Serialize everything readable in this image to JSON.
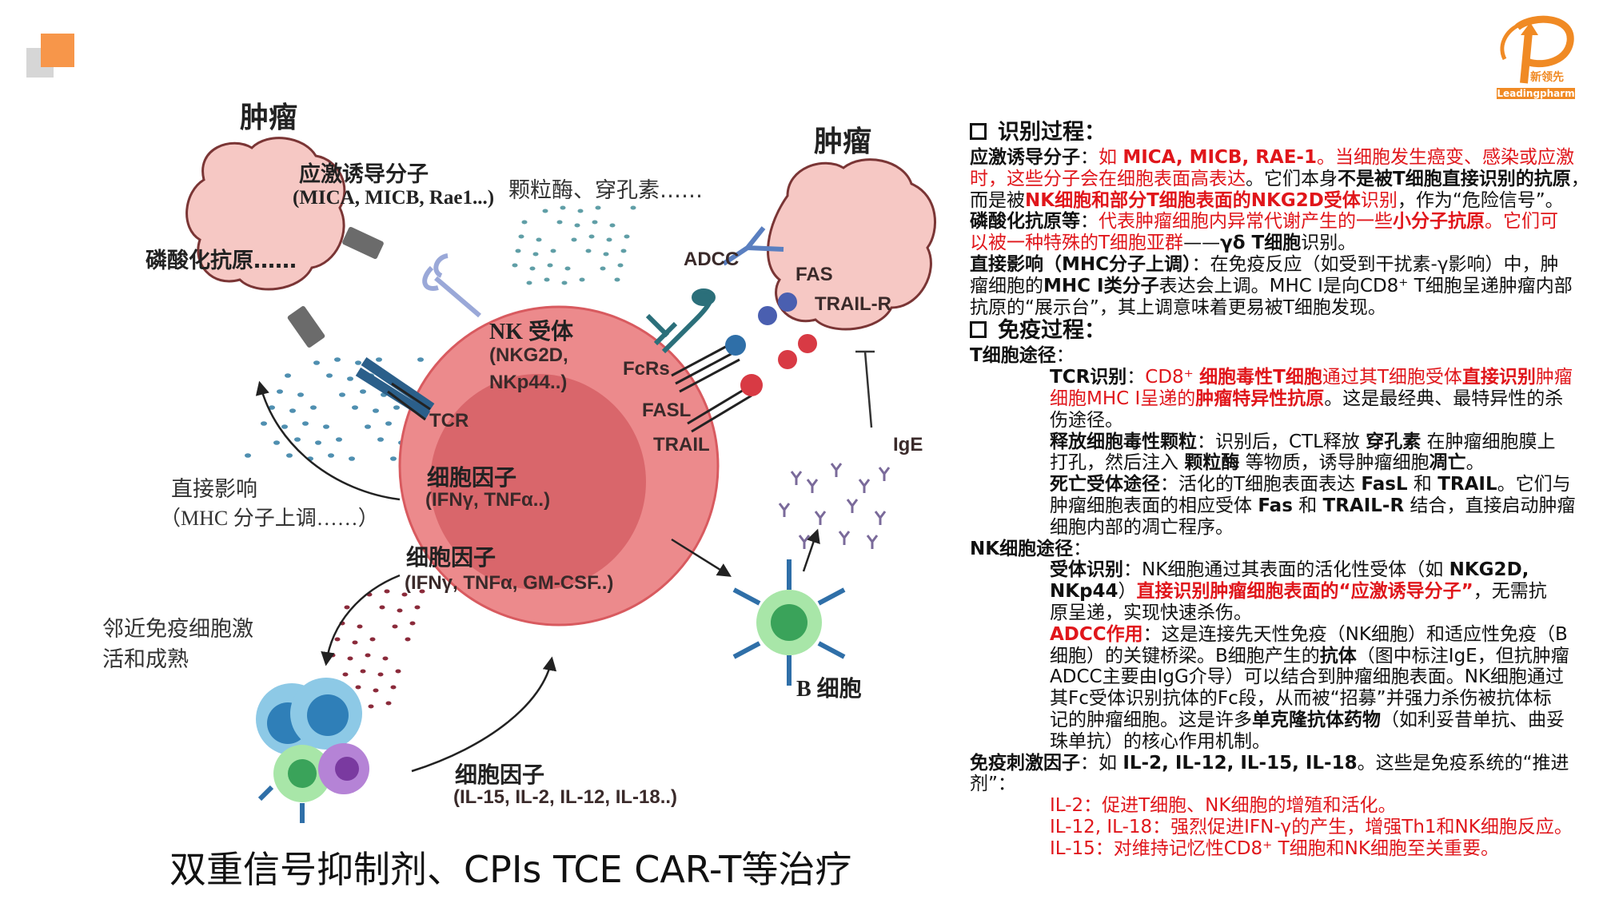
{
  "colors": {
    "accent_orange": "#f7964a",
    "red_text": "#e0161b",
    "nk_cell": "#ec8a8c",
    "nk_nucleus": "#d9666b",
    "tumor": "#f6c8c4",
    "b_cell": "#a8e6a8"
  },
  "logo": {
    "name_cn": "新领先",
    "name_en": "Leadingpharm",
    "letter": "P"
  },
  "diagram": {
    "tumor_left": "肿瘤",
    "stress_molecule": "应激诱导分子",
    "stress_examples": "(MICA, MICB, Rae1...)",
    "phospho_antigen": "磷酸化抗原……",
    "granzyme": "颗粒酶、穿孔素……",
    "tumor_right": "肿瘤",
    "adcc": "ADCC",
    "fas": "FAS",
    "trail_r": "TRAIL-R",
    "nk_receptor": "NK 受体",
    "nk_receptor_ex1": "(NKG2D,",
    "nk_receptor_ex2": "NKp44..)",
    "tcr": "TCR",
    "fcrs": "FcRs",
    "fasl": "FASL",
    "trail": "TRAIL",
    "ige": "IgE",
    "cytokine1": "细胞因子",
    "cytokine1_ex": "(IFNγ, TNFα..)",
    "direct_effect": "直接影响",
    "direct_effect_ex": "（MHC 分子上调……）",
    "cytokine2": "细胞因子",
    "cytokine2_ex": "(IFNγ, TNFα, GM-CSF..)",
    "neighbor1": "邻近免疫细胞激",
    "neighbor2": "活和成熟",
    "b_cell": "B 细胞",
    "cytokine3": "细胞因子",
    "cytokine3_ex": "(IL-15, IL-2, IL-12, IL-18..)"
  },
  "bottom_title": "双重信号抑制剂、CPIs TCE CAR-T等治疗",
  "panel": {
    "heading1": "识别过程：",
    "heading2": "免疫过程：",
    "section1": [
      {
        "level": 0,
        "segs": [
          {
            "t": "应激诱导分子",
            "s": "b"
          },
          {
            "t": "：",
            "s": "n"
          },
          {
            "t": "如 ",
            "s": "r"
          },
          {
            "t": "MICA, MICB, RAE-1",
            "s": "rb"
          },
          {
            "t": "。当细胞发生癌变、感染或应激",
            "s": "r"
          }
        ]
      },
      {
        "level": 0,
        "segs": [
          {
            "t": "时，这些分子会在细胞表面高表达",
            "s": "r"
          },
          {
            "t": "。它们本身",
            "s": "n"
          },
          {
            "t": "不是被T细胞直接识别的抗原",
            "s": "b"
          },
          {
            "t": "，",
            "s": "n"
          }
        ]
      },
      {
        "level": 0,
        "segs": [
          {
            "t": "而是被",
            "s": "n"
          },
          {
            "t": "NK细胞和部分T细胞表面的NKG2D受体",
            "s": "rb"
          },
          {
            "t": "识别",
            "s": "r"
          },
          {
            "t": "，作为“危险信号”。",
            "s": "n"
          }
        ]
      },
      {
        "level": 0,
        "segs": [
          {
            "t": "磷酸化抗原等",
            "s": "b"
          },
          {
            "t": "：",
            "s": "n"
          },
          {
            "t": "代表肿瘤细胞内异常代谢产生的一些",
            "s": "r"
          },
          {
            "t": "小分子抗原",
            "s": "rb"
          },
          {
            "t": "。它们可",
            "s": "r"
          }
        ]
      },
      {
        "level": 0,
        "segs": [
          {
            "t": "以被一种特殊的T细胞亚群",
            "s": "r"
          },
          {
            "t": "——",
            "s": "n"
          },
          {
            "t": "γδ T细胞",
            "s": "b"
          },
          {
            "t": "识别。",
            "s": "n"
          }
        ]
      },
      {
        "level": 0,
        "segs": [
          {
            "t": "直接影响（MHC分子上调）",
            "s": "b"
          },
          {
            "t": "：在免疫反应（如受到干扰素-γ影响）中，肿",
            "s": "n"
          }
        ]
      },
      {
        "level": 0,
        "segs": [
          {
            "t": "瘤细胞的",
            "s": "n"
          },
          {
            "t": "MHC I类分子",
            "s": "b"
          },
          {
            "t": "表达会上调。MHC I是向CD8⁺ T细胞呈递肿瘤内部",
            "s": "n"
          }
        ]
      },
      {
        "level": 0,
        "segs": [
          {
            "t": "抗原的“展示台”，其上调意味着更易被T细胞发现。",
            "s": "n"
          }
        ]
      }
    ],
    "section2": [
      {
        "level": 0,
        "segs": [
          {
            "t": "T细胞途径",
            "s": "b"
          },
          {
            "t": "：",
            "s": "n"
          }
        ]
      },
      {
        "level": 1,
        "segs": [
          {
            "t": "TCR识别",
            "s": "b"
          },
          {
            "t": "：",
            "s": "n"
          },
          {
            "t": "CD8⁺ ",
            "s": "r"
          },
          {
            "t": "细胞毒性T细胞",
            "s": "rb"
          },
          {
            "t": "通过其T细胞受体",
            "s": "r"
          },
          {
            "t": "直接识别",
            "s": "rb"
          },
          {
            "t": "肿瘤",
            "s": "r"
          }
        ]
      },
      {
        "level": 1,
        "segs": [
          {
            "t": "细胞MHC I呈递的",
            "s": "r"
          },
          {
            "t": "肿瘤特异性抗原",
            "s": "rb"
          },
          {
            "t": "。这是最经典、最特异性的杀",
            "s": "n"
          }
        ]
      },
      {
        "level": 1,
        "segs": [
          {
            "t": "伤途径。",
            "s": "n"
          }
        ]
      },
      {
        "level": 1,
        "segs": [
          {
            "t": "释放细胞毒性颗粒",
            "s": "b"
          },
          {
            "t": "：识别后，CTL释放 ",
            "s": "n"
          },
          {
            "t": "穿孔素",
            "s": "b"
          },
          {
            "t": " 在肿瘤细胞膜上",
            "s": "n"
          }
        ]
      },
      {
        "level": 1,
        "segs": [
          {
            "t": "打孔，然后注入 ",
            "s": "n"
          },
          {
            "t": "颗粒酶",
            "s": "b"
          },
          {
            "t": " 等物质，诱导肿瘤细胞",
            "s": "n"
          },
          {
            "t": "凋亡",
            "s": "b"
          },
          {
            "t": "。",
            "s": "n"
          }
        ]
      },
      {
        "level": 1,
        "segs": [
          {
            "t": "死亡受体途径",
            "s": "b"
          },
          {
            "t": "：活化的T细胞表面表达 ",
            "s": "n"
          },
          {
            "t": "FasL",
            "s": "b"
          },
          {
            "t": " 和 ",
            "s": "n"
          },
          {
            "t": "TRAIL",
            "s": "b"
          },
          {
            "t": "。它们与",
            "s": "n"
          }
        ]
      },
      {
        "level": 1,
        "segs": [
          {
            "t": "肿瘤细胞表面的相应受体 ",
            "s": "n"
          },
          {
            "t": "Fas",
            "s": "b"
          },
          {
            "t": " 和 ",
            "s": "n"
          },
          {
            "t": "TRAIL-R",
            "s": "b"
          },
          {
            "t": " 结合，直接启动肿瘤",
            "s": "n"
          }
        ]
      },
      {
        "level": 1,
        "segs": [
          {
            "t": "细胞内部的凋亡程序。",
            "s": "n"
          }
        ]
      },
      {
        "level": 0,
        "segs": [
          {
            "t": "NK细胞途径",
            "s": "b"
          },
          {
            "t": "：",
            "s": "n"
          }
        ]
      },
      {
        "level": 1,
        "segs": [
          {
            "t": "受体识别",
            "s": "b"
          },
          {
            "t": "：NK细胞通过其表面的活化性受体（如 ",
            "s": "n"
          },
          {
            "t": "NKG2D,",
            "s": "b"
          }
        ]
      },
      {
        "level": 1,
        "segs": [
          {
            "t": "NKp44",
            "s": "b"
          },
          {
            "t": "）",
            "s": "n"
          },
          {
            "t": "直接识别肿瘤细胞表面的“应激诱导分子”",
            "s": "rb"
          },
          {
            "t": "，无需抗",
            "s": "n"
          }
        ]
      },
      {
        "level": 1,
        "segs": [
          {
            "t": "原呈递，实现快速杀伤。",
            "s": "n"
          }
        ]
      },
      {
        "level": 1,
        "segs": [
          {
            "t": "ADCC作用",
            "s": "rb"
          },
          {
            "t": "：这是连接先天性免疫（NK细胞）和适应性免疫（B",
            "s": "n"
          }
        ]
      },
      {
        "level": 1,
        "segs": [
          {
            "t": "细胞）的关键桥梁。B细胞产生的",
            "s": "n"
          },
          {
            "t": "抗体",
            "s": "b"
          },
          {
            "t": "（图中标注IgE，但抗肿瘤",
            "s": "n"
          }
        ]
      },
      {
        "level": 1,
        "segs": [
          {
            "t": "ADCC主要由IgG介导）可以结合到肿瘤细胞表面。NK细胞通过",
            "s": "n"
          }
        ]
      },
      {
        "level": 1,
        "segs": [
          {
            "t": "其Fc受体识别抗体的Fc段，从而被“招募”并强力杀伤被抗体标",
            "s": "n"
          }
        ]
      },
      {
        "level": 1,
        "segs": [
          {
            "t": "记的肿瘤细胞。这是许多",
            "s": "n"
          },
          {
            "t": "单克隆抗体药物",
            "s": "b"
          },
          {
            "t": "（如利妥昔单抗、曲妥",
            "s": "n"
          }
        ]
      },
      {
        "level": 1,
        "segs": [
          {
            "t": "珠单抗）的核心作用机制。",
            "s": "n"
          }
        ]
      },
      {
        "level": 0,
        "segs": [
          {
            "t": "免疫刺激因子",
            "s": "b"
          },
          {
            "t": "：如 ",
            "s": "n"
          },
          {
            "t": "IL-2, IL-12, IL-15, IL-18",
            "s": "b"
          },
          {
            "t": "。这些是免疫系统的“推进",
            "s": "n"
          }
        ]
      },
      {
        "level": 0,
        "segs": [
          {
            "t": "剂”：",
            "s": "n"
          }
        ]
      },
      {
        "level": 1,
        "segs": [
          {
            "t": "IL-2：促进T细胞、NK细胞的增殖和活化。",
            "s": "r"
          }
        ]
      },
      {
        "level": 1,
        "segs": [
          {
            "t": "IL-12, IL-18：强烈促进IFN-γ的产生，增强Th1和NK细胞反应。",
            "s": "r"
          }
        ]
      },
      {
        "level": 1,
        "segs": [
          {
            "t": "IL-15：对维持记忆性CD8⁺ T细胞和NK细胞至关重要。",
            "s": "r"
          }
        ]
      }
    ]
  }
}
